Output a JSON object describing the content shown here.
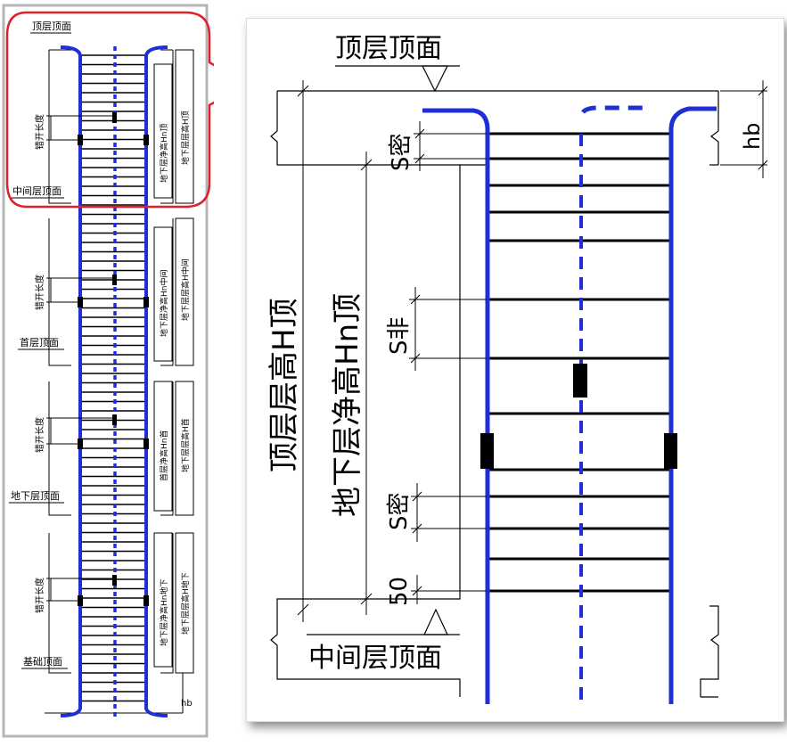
{
  "colors": {
    "rebar": "#1f2fd6",
    "highlight": "#e0202a",
    "line": "#000000"
  },
  "overview": {
    "levels": {
      "top_slab": "顶层顶面",
      "middle_slab": "中间层顶面",
      "first_slab": "首层顶面",
      "basement_slab": "地下层顶面",
      "foundation_top": "基础顶面"
    },
    "splice_label": "错开长度",
    "hb": "hb",
    "floors": [
      {
        "clear": "地下层净高Hn顶",
        "height": "地下层层高H顶"
      },
      {
        "clear": "地下层净高Hn中间",
        "height": "地下层层高H中间"
      },
      {
        "clear": "首层净高Hn首",
        "height": "地下层层高H首"
      },
      {
        "clear": "地下层净高Hn地下",
        "height": "地下层层高H地下"
      }
    ]
  },
  "detail": {
    "top_slab_label": "顶层顶面",
    "middle_slab_label": "中间层顶面",
    "floor_height_label": "顶层层高H顶",
    "clear_height_label": "地下层净高Hn顶",
    "s_dense_top": "S密",
    "s_sparse": "S非",
    "s_dense_bottom": "S密",
    "first_stirrup": "50",
    "hb": "hb"
  }
}
